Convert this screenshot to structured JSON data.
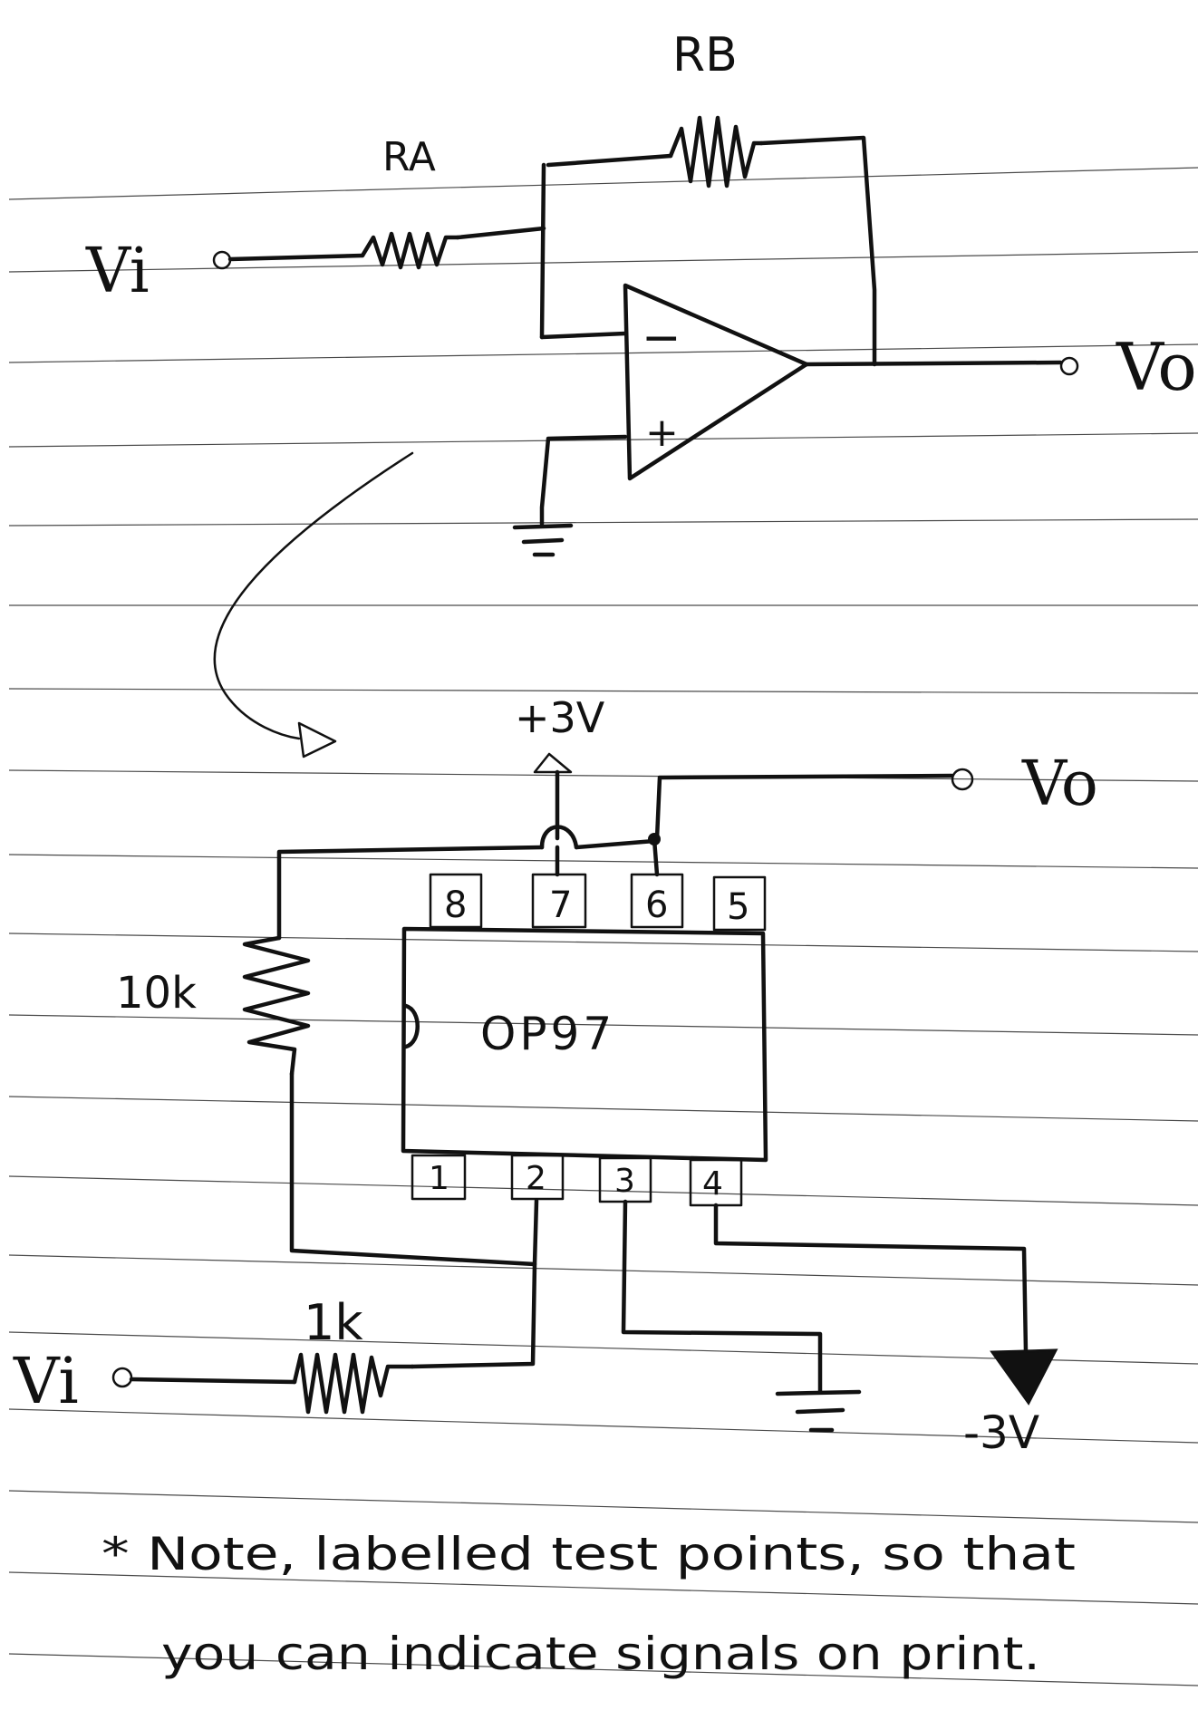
{
  "schematic": {
    "label_ra": "RA",
    "label_rb": "RB",
    "label_vi": "Vi",
    "label_vo": "Vo",
    "label_minus": "−",
    "label_plus": "+"
  },
  "wiring": {
    "supply_pos": "+3V",
    "supply_neg": "-3V",
    "label_vo": "Vo",
    "label_vi": "Vi",
    "resistor_10k": "10k",
    "resistor_1k": "1k",
    "chip_name": "OP97",
    "pins_top": [
      "8",
      "7",
      "6",
      "5"
    ],
    "pins_bottom": [
      "1",
      "2",
      "3",
      "4"
    ]
  },
  "note": {
    "line1": "* Note, labelled test points, so that",
    "line2": "you can indicate signals on print."
  }
}
